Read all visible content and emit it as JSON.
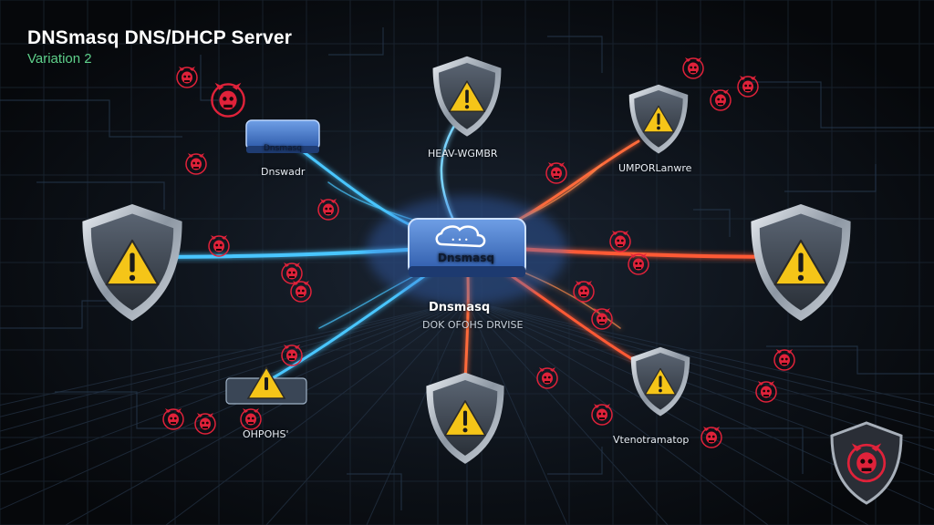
{
  "header": {
    "title": "DNSmasq DNS/DHCP Server",
    "subtitle": "Variation 2"
  },
  "center_node": {
    "chip_label": "Dnsmasq",
    "name": "Dnsmasq",
    "caption": "DOK OFOHS DRVISE"
  },
  "nodes": {
    "top_left_label": "Dnswadr",
    "top_left_chip": "Dnsmasq",
    "top_center_label": "HEAV-WGMBR",
    "top_right_label": "UMPORLanwre",
    "bottom_left_label": "OHPOHS'",
    "bottom_right_label": "Vtenotramatop"
  },
  "colors": {
    "safe_flow": "#49c6ff",
    "threat_flow": "#ff5a36",
    "warning": "#f5c518",
    "malware": "#e0223a",
    "chip": "#4a7fd0"
  },
  "icons": [
    "shield-warning-icon",
    "malware-skull-icon",
    "cloud-icon",
    "server-chip-icon"
  ]
}
